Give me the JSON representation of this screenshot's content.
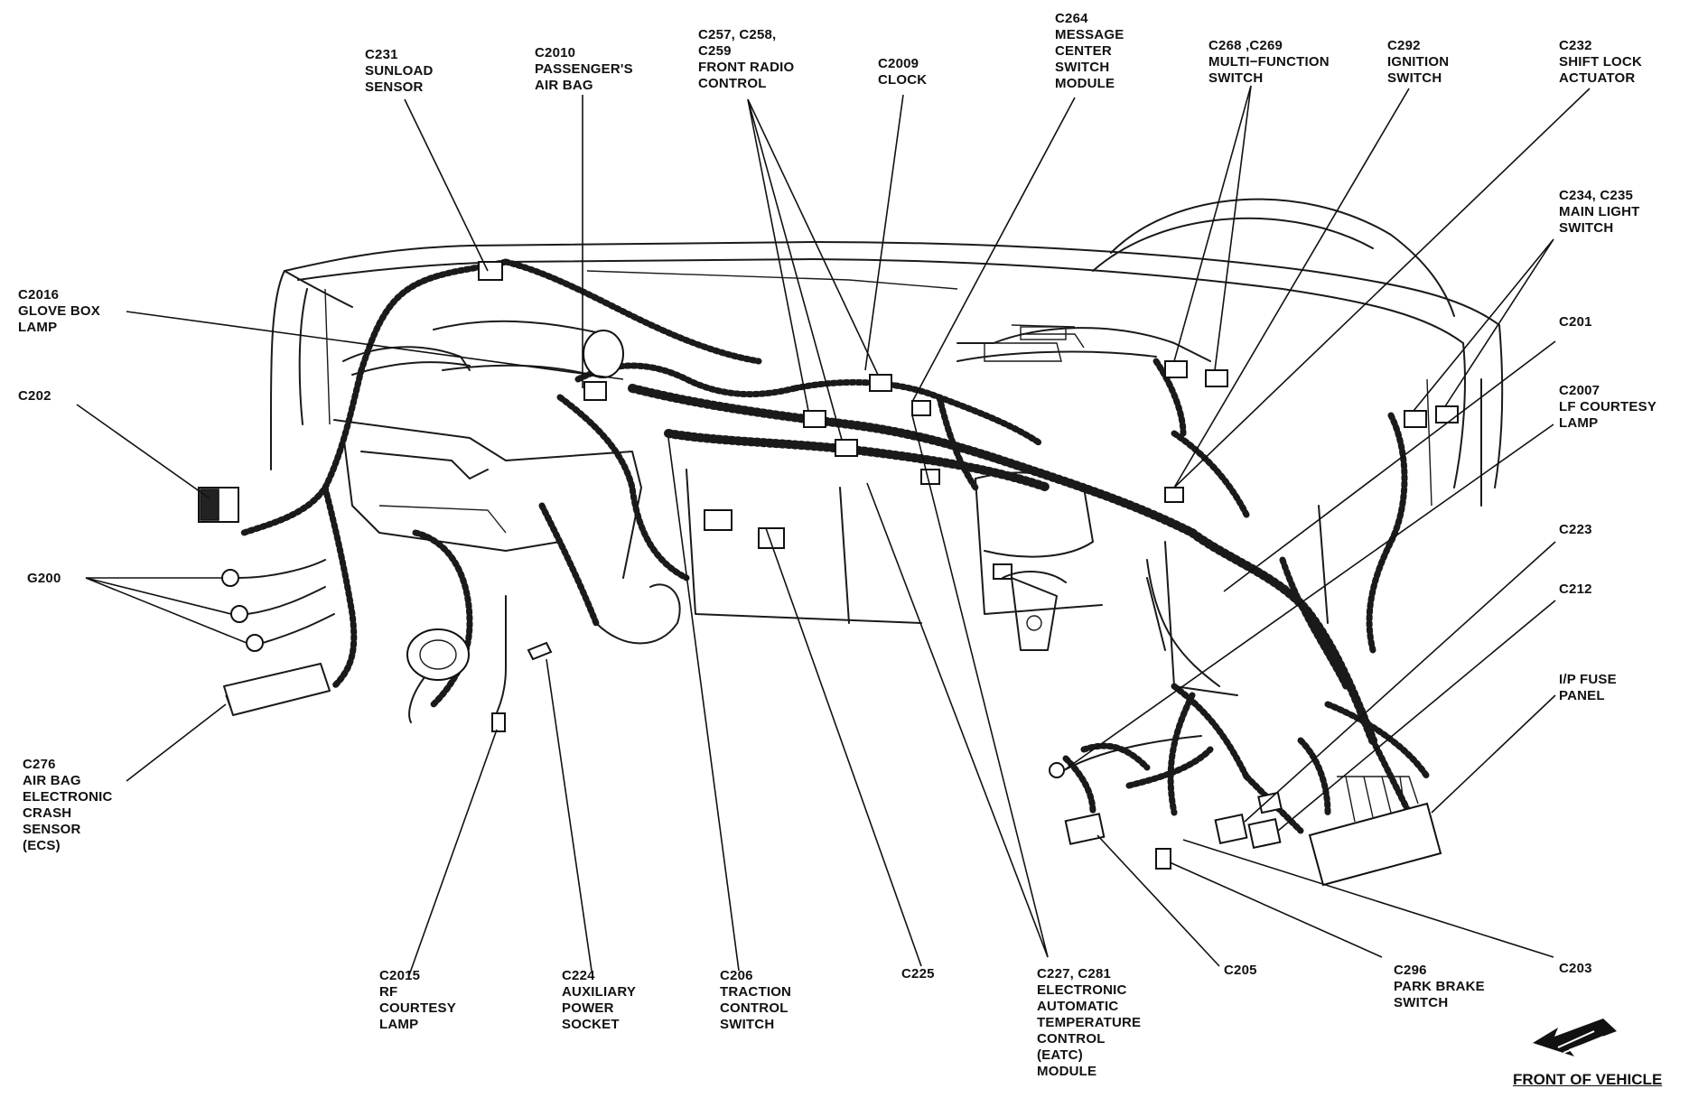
{
  "labels": [
    {
      "id": "c231",
      "lines": [
        "C231",
        "SUNLOAD",
        "SENSOR"
      ]
    },
    {
      "id": "c2010",
      "lines": [
        "C2010",
        "PASSENGER'S",
        "AIR BAG"
      ]
    },
    {
      "id": "c257",
      "lines": [
        "C257, C258,",
        "C259",
        "FRONT RADIO",
        "CONTROL"
      ]
    },
    {
      "id": "c2009",
      "lines": [
        "C2009",
        "CLOCK"
      ]
    },
    {
      "id": "c264",
      "lines": [
        "C264",
        "MESSAGE",
        "CENTER",
        "SWITCH",
        "MODULE"
      ]
    },
    {
      "id": "c268",
      "lines": [
        "C268 ,C269",
        "MULTI−FUNCTION",
        "SWITCH"
      ]
    },
    {
      "id": "c292",
      "lines": [
        "C292",
        "IGNITION",
        "SWITCH"
      ]
    },
    {
      "id": "c232",
      "lines": [
        "C232",
        "SHIFT LOCK",
        "ACTUATOR"
      ]
    },
    {
      "id": "c234",
      "lines": [
        "C234, C235",
        "MAIN LIGHT",
        "SWITCH"
      ]
    },
    {
      "id": "c201",
      "lines": [
        "C201"
      ]
    },
    {
      "id": "c2007",
      "lines": [
        "C2007",
        "LF COURTESY",
        "LAMP"
      ]
    },
    {
      "id": "c223",
      "lines": [
        "C223"
      ]
    },
    {
      "id": "c212",
      "lines": [
        "C212"
      ]
    },
    {
      "id": "ipfuse",
      "lines": [
        "I/P FUSE",
        "PANEL"
      ]
    },
    {
      "id": "c2016",
      "lines": [
        "C2016",
        "GLOVE BOX",
        "LAMP"
      ]
    },
    {
      "id": "c202",
      "lines": [
        "C202"
      ]
    },
    {
      "id": "g200",
      "lines": [
        "G200"
      ]
    },
    {
      "id": "c276",
      "lines": [
        "C276",
        "AIR BAG",
        "ELECTRONIC",
        "CRASH",
        "SENSOR",
        "(ECS)"
      ]
    },
    {
      "id": "c2015",
      "lines": [
        "C2015",
        "RF",
        "COURTESY",
        "LAMP"
      ]
    },
    {
      "id": "c224",
      "lines": [
        "C224",
        "AUXILIARY",
        "POWER",
        "SOCKET"
      ]
    },
    {
      "id": "c206",
      "lines": [
        "C206",
        "TRACTION",
        "CONTROL",
        "SWITCH"
      ]
    },
    {
      "id": "c225",
      "lines": [
        "C225"
      ]
    },
    {
      "id": "c227",
      "lines": [
        "C227, C281",
        "ELECTRONIC",
        "AUTOMATIC",
        "TEMPERATURE",
        "CONTROL",
        "(EATC)",
        "MODULE"
      ]
    },
    {
      "id": "c205",
      "lines": [
        "C205"
      ]
    },
    {
      "id": "c296",
      "lines": [
        "C296",
        "PARK BRAKE",
        "SWITCH"
      ]
    },
    {
      "id": "c203",
      "lines": [
        "C203"
      ]
    }
  ],
  "orientation": {
    "text": "FRONT OF VEHICLE",
    "icon": "arrow-icon"
  }
}
